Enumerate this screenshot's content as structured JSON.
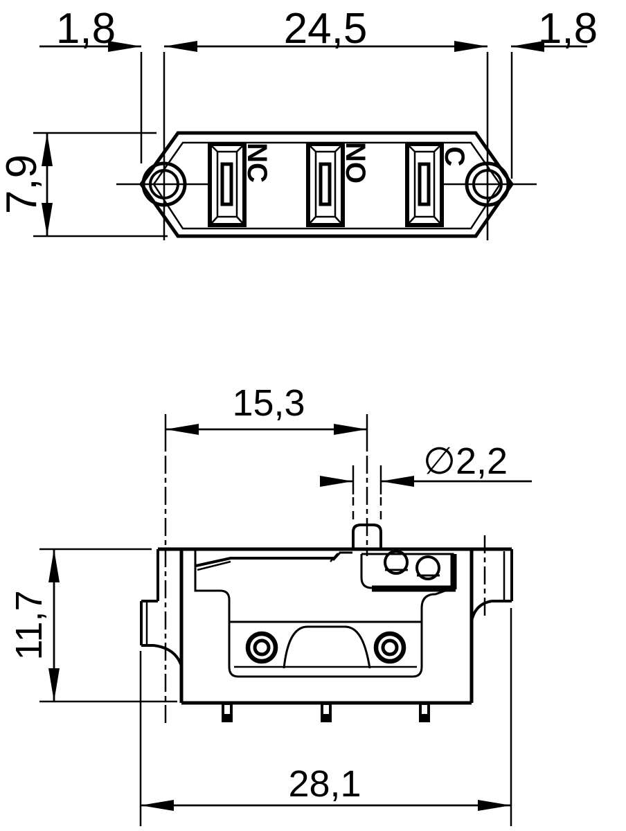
{
  "page": {
    "background": "#ffffff",
    "ink": "#000000",
    "description": "Two-view dimensioned technical drawing of a snap-action micro switch"
  },
  "top_view": {
    "dims": {
      "left_overhang": "1,8",
      "hole_spacing": "24,5",
      "right_overhang": "1,8",
      "body_height": "7,9"
    },
    "terminals": [
      {
        "label": "NC"
      },
      {
        "label": "NO"
      },
      {
        "label": "C"
      }
    ]
  },
  "front_view": {
    "dims": {
      "pin_offset": "15,3",
      "pin_diameter": "∅2,2",
      "body_height": "11,7",
      "overall_width": "28,1"
    }
  }
}
